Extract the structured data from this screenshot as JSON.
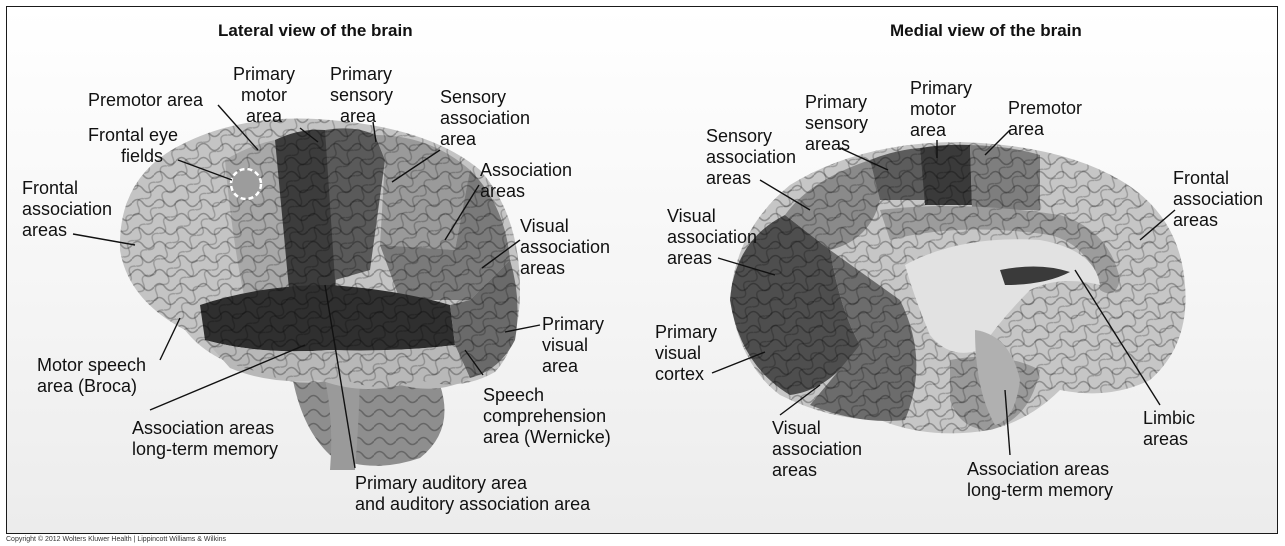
{
  "panels": {
    "lateral_title": "Lateral view of the brain",
    "medial_title": "Medial view of the brain"
  },
  "lateral": {
    "premotor": "Premotor area",
    "frontal_eye": [
      "Frontal eye",
      "fields"
    ],
    "frontal_assoc": [
      "Frontal",
      "association",
      "areas"
    ],
    "primary_motor": [
      "Primary",
      "motor",
      "area"
    ],
    "primary_sensory": [
      "Primary",
      "sensory",
      "area"
    ],
    "sensory_assoc": [
      "Sensory",
      "association",
      "area"
    ],
    "association": [
      "Association",
      "areas"
    ],
    "visual_assoc": [
      "Visual",
      "association",
      "areas"
    ],
    "primary_visual": [
      "Primary",
      "visual",
      "area"
    ],
    "speech_comp": [
      "Speech",
      "comprehension",
      "area (Wernicke)"
    ],
    "motor_speech": [
      "Motor speech",
      "area (Broca)"
    ],
    "assoc_memory": [
      "Association areas",
      "long-term memory"
    ],
    "auditory": [
      "Primary auditory area",
      "and auditory association area"
    ]
  },
  "medial": {
    "primary_sensory": [
      "Primary",
      "sensory",
      "areas"
    ],
    "primary_motor": [
      "Primary",
      "motor",
      "area"
    ],
    "premotor": [
      "Premotor",
      "area"
    ],
    "sensory_assoc": [
      "Sensory",
      "association",
      "areas"
    ],
    "frontal_assoc": [
      "Frontal",
      "association",
      "areas"
    ],
    "visual_assoc_top": [
      "Visual",
      "association",
      "areas"
    ],
    "primary_visual": [
      "Primary",
      "visual",
      "cortex"
    ],
    "visual_assoc_bottom": [
      "Visual",
      "association",
      "areas"
    ],
    "limbic": [
      "Limbic",
      "areas"
    ],
    "assoc_memory": [
      "Association areas",
      "long-term memory"
    ]
  },
  "copyright": "Copyright © 2012 Wolters Kluwer Health | Lippincott Williams & Wilkins",
  "colors": {
    "dark_region": "#3a3a3a",
    "mid_region": "#6e6e6e",
    "light_region": "#a4a4a4",
    "pale_region": "#c8c8c8"
  }
}
